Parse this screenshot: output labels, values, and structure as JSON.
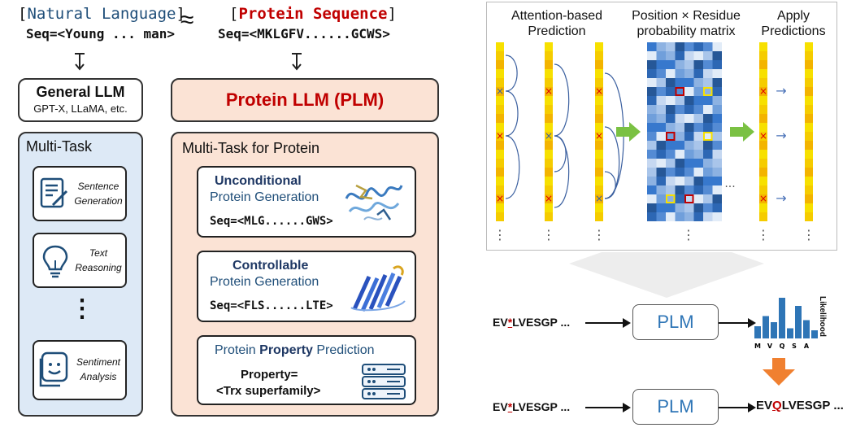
{
  "left": {
    "natural_header": {
      "bracket_open": "[",
      "title": "Natural Language",
      "bracket_close": "]"
    },
    "natural_seq": "Seq=<Young ... man>",
    "approx": "≈",
    "protein_header": {
      "bracket_open": "[",
      "title": "Protein Sequence",
      "bracket_close": "]"
    },
    "protein_seq": "Seq=<MKLGFV......GCWS>",
    "general_llm": {
      "title": "General LLM",
      "subtitle": "GPT-X, LLaMA, etc."
    },
    "plm_title": "Protein LLM (PLM)",
    "multitask": {
      "title": "Multi-Task",
      "items": [
        {
          "line1": "Sentence",
          "line2": "Generation",
          "icon": "document-pen-icon"
        },
        {
          "line1": "Text",
          "line2": "Reasoning",
          "icon": "lightbulb-icon"
        },
        {
          "line1": "Sentiment",
          "line2": "Analysis",
          "icon": "smiley-face-icon"
        }
      ],
      "ellipsis": "⋮"
    },
    "multitask_protein": {
      "title": "Multi-Task for Protein",
      "cards": [
        {
          "bold": "Unconditional",
          "normal": "Protein Generation",
          "seq": "Seq=<MLG......GWS>",
          "icon": "protein-structure-icon"
        },
        {
          "bold": "Controllable",
          "normal": "Protein Generation",
          "seq": "Seq=<FLS......LTE>",
          "icon": "beta-sheet-protein-icon"
        },
        {
          "pre": "Protein ",
          "bold": "Property",
          "post": " Prediction",
          "prop_label": "Property=",
          "prop_value": "<Trx superfamily>",
          "icon": "server-database-icon"
        }
      ]
    },
    "colors": {
      "red": "#c00000",
      "blue_panel": "#dde9f6",
      "peach_panel": "#fbe3d5",
      "plm_red": "#c00000"
    }
  },
  "right": {
    "col_labels": {
      "attention": [
        "Attention-based",
        "Prediction"
      ],
      "matrix": [
        "Position × Residue",
        "probability matrix"
      ],
      "apply": [
        "Apply",
        "Predictions"
      ]
    },
    "mask_mark": "×",
    "arrow_glyph": "→",
    "dots": "⋮",
    "hdots": "···",
    "bottom": {
      "row1": {
        "input_pre": "EV",
        "input_mask": "*",
        "input_post": "LVESGP ...",
        "model": "PLM"
      },
      "row2": {
        "input_pre": "EV",
        "input_mask": "*",
        "input_post": "LVESGP ...",
        "model": "PLM",
        "output_pre": "EV",
        "output_mut": "Q",
        "output_post": "LVESGP ..."
      },
      "likelihood_label": "Likelihood",
      "bar_letters": [
        "M",
        "V",
        "Q",
        "S",
        "A"
      ],
      "bar_levels": [
        0.3,
        0.55,
        0.4,
        1.0,
        0.25,
        0.8,
        0.45,
        0.2
      ]
    },
    "colors": {
      "strip": "#f5d800",
      "strip_edge": "#f0a800",
      "green_arrow": "#7ac143",
      "orange_arrow": "#f08030",
      "plm_text": "#2e75b6"
    }
  }
}
